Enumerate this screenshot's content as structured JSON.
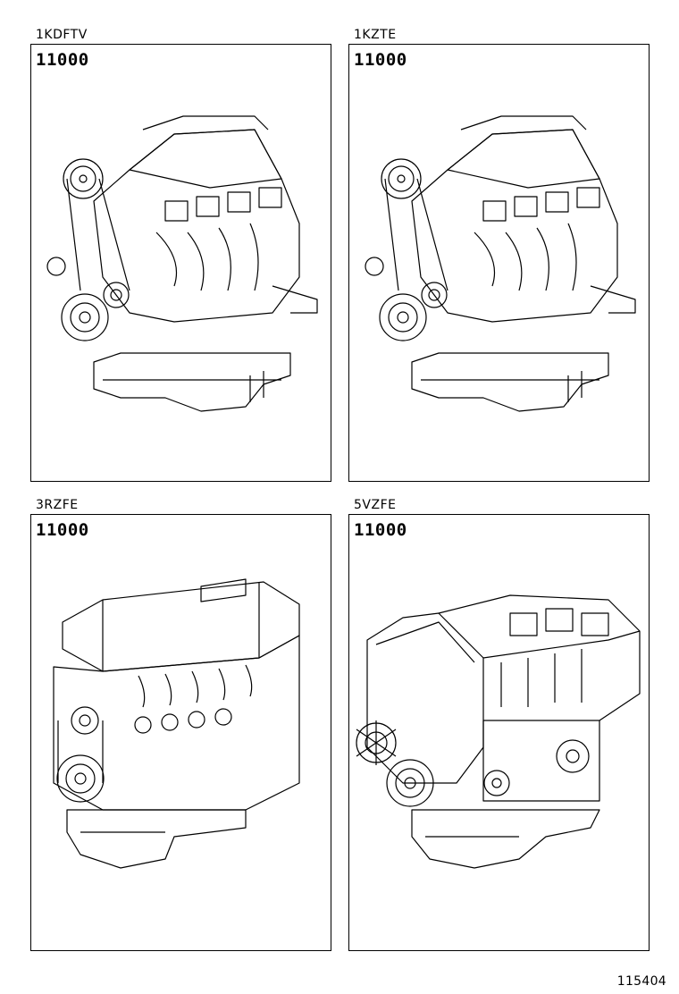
{
  "panels": [
    {
      "engine": "1KDFTV",
      "part_number": "11000",
      "icon": "diesel-engine-assembly"
    },
    {
      "engine": "1KZTE",
      "part_number": "11000",
      "icon": "diesel-engine-assembly"
    },
    {
      "engine": "3RZFE",
      "part_number": "11000",
      "icon": "inline4-engine-assembly"
    },
    {
      "engine": "5VZFE",
      "part_number": "11000",
      "icon": "v6-engine-assembly"
    }
  ],
  "page": {
    "illustration_id": "115404"
  }
}
